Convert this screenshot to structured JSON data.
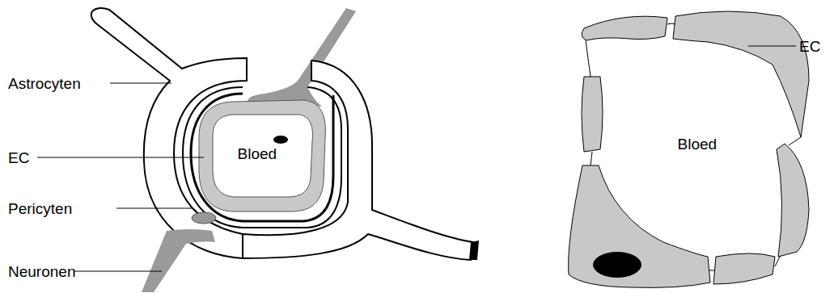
{
  "diagram": {
    "labels": [
      "Astrocyten",
      "EC",
      "Bloed",
      "Pericyten",
      "Neuronen",
      "EC",
      "Bloed"
    ]
  }
}
